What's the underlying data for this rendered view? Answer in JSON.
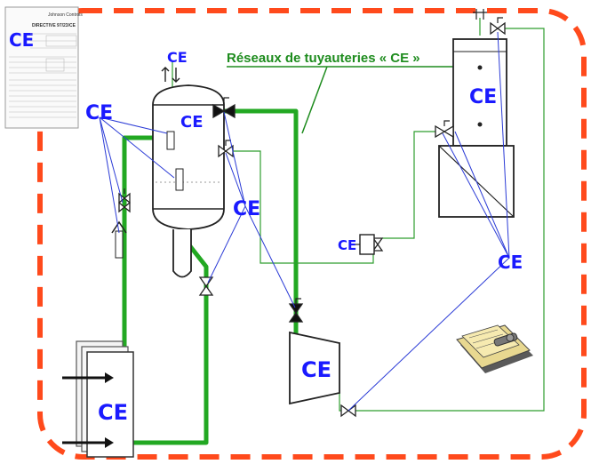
{
  "title": "Réseaux de tuyauteries « CE »",
  "ce_mark": "CE",
  "nameplate": {
    "brand": "Johnson Controls",
    "heading": "DIRECTIVE 97/23/CE",
    "line1": "",
    "rows": [
      "",
      "",
      "",
      "",
      "",
      "",
      ""
    ]
  },
  "colors": {
    "frame": "#ff4a1c",
    "pipe_main": "#22a822",
    "pipe_thin": "#2e9e2e",
    "ce_blue": "#1a1aff",
    "lines_blue": "#2b3bd6"
  }
}
